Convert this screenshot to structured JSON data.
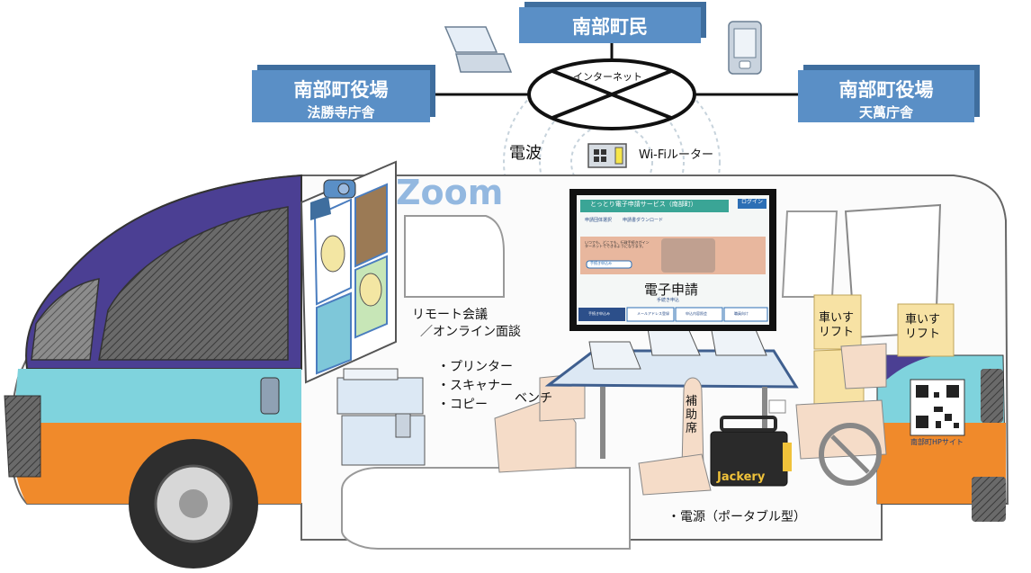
{
  "network": {
    "residents": "南部町民",
    "office_left_title": "南部町役場",
    "office_left_sub": "法勝寺庁舎",
    "office_right_title": "南部町役場",
    "office_right_sub": "天萬庁舎",
    "internet": "インターネット",
    "radio": "電波",
    "router": "Wi-Fiルーター"
  },
  "van": {
    "zoom": "Zoom",
    "remote_meeting_1": "リモート会議",
    "remote_meeting_2": "／オンライン面談",
    "printer": "・プリンター",
    "scanner": "・スキャナー",
    "copy": "・コピー",
    "bench": "ベンチ",
    "assist_seat": "補助席",
    "lift_1": "車いす\nリフト",
    "lift_2": "車いす\nリフト",
    "power": "・電源（ポータブル型）",
    "jackery": "Jackery",
    "qr_caption": "南部町HPサイト"
  },
  "screen": {
    "header": "とっとり電子申請サービス（南部町）",
    "login": "ログイン",
    "nav_1": "申請団体選択",
    "nav_2": "申請書ダウンロード",
    "banner_text": "いつでも、どこでも、行政手続きがインターネットでできるようになります。",
    "banner_button": "手続き申込み",
    "title": "電子申請",
    "subtitle": "手続き申込",
    "bottom_1": "手続き申込み",
    "bottom_2": "メールアドレス登録",
    "bottom_3": "申込内容照会",
    "bottom_4": "職員向け"
  },
  "colors": {
    "box_blue": "#5a8fc6",
    "van_purple": "#4b3f93",
    "van_teal": "#7fd3dd",
    "van_orange": "#f08a2b",
    "screen_green": "#2f9a8f"
  }
}
